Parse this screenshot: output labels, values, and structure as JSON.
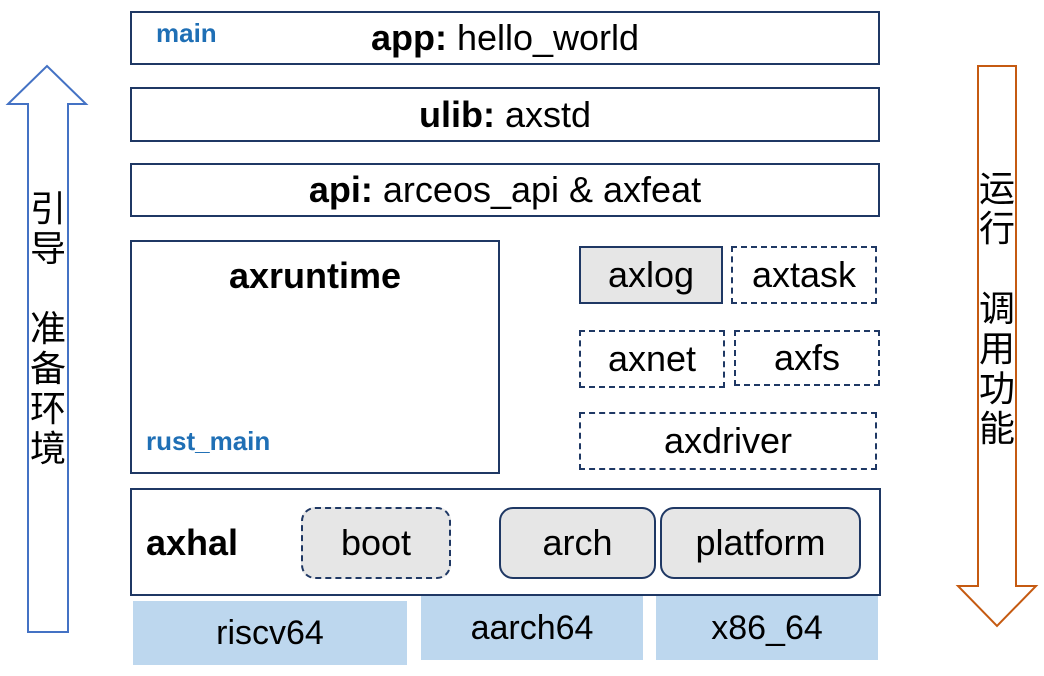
{
  "layers": {
    "app": {
      "prefix": "app:",
      "name": "hello_world",
      "tag": "main"
    },
    "ulib": {
      "prefix": "ulib:",
      "name": "axstd"
    },
    "api": {
      "prefix": "api:",
      "name": "arceos_api & axfeat"
    }
  },
  "runtime": {
    "title": "axruntime",
    "tag": "rust_main"
  },
  "modules": {
    "axlog": "axlog",
    "axtask": "axtask",
    "axnet": "axnet",
    "axfs": "axfs",
    "axdriver": "axdriver"
  },
  "hal": {
    "title": "axhal",
    "boot": "boot",
    "arch": "arch",
    "platform": "platform"
  },
  "platforms": [
    "riscv64",
    "aarch64",
    "x86_64"
  ],
  "left_arrow": {
    "chars": [
      "引",
      "导",
      "",
      "准",
      "备",
      "环",
      "境"
    ],
    "color": "#4472c4"
  },
  "right_arrow": {
    "chars": [
      "运",
      "行",
      "",
      "调",
      "用",
      "功",
      "能"
    ],
    "color": "#c55a11"
  }
}
